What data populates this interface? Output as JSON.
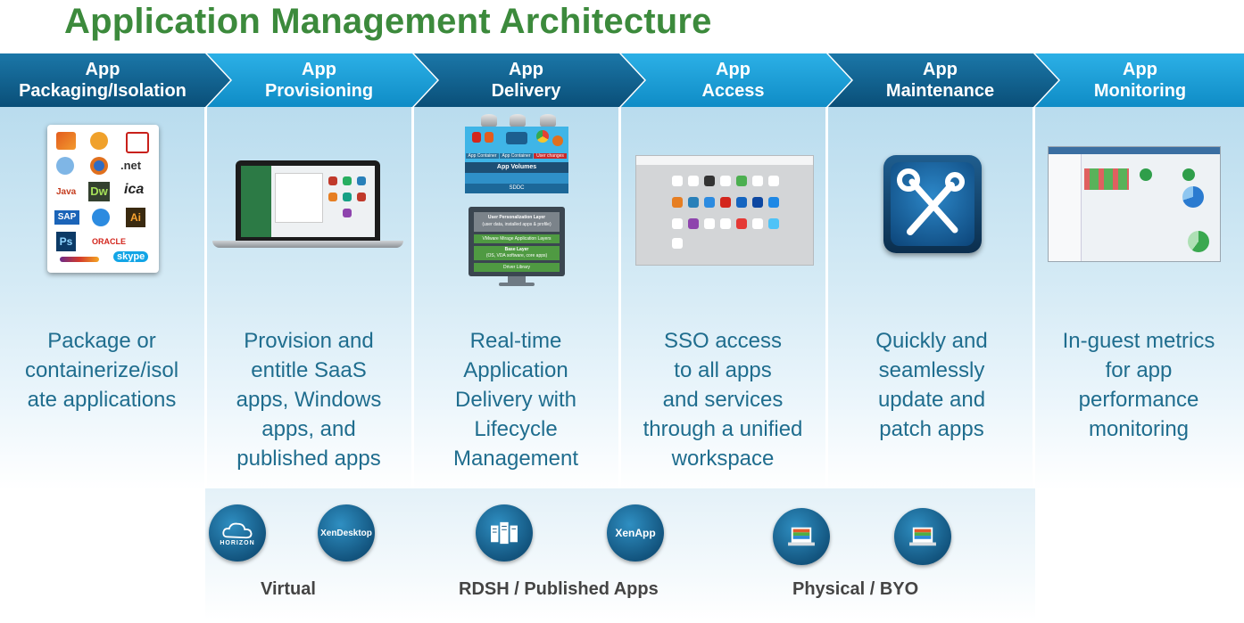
{
  "title": "Application Management Architecture",
  "columns": [
    {
      "line1": "App",
      "line2": "Packaging/Isolation",
      "desc": [
        "Package or",
        "containerize/isol",
        "ate applications"
      ]
    },
    {
      "line1": "App",
      "line2": "Provisioning",
      "desc": [
        "Provision and",
        "entitle SaaS",
        "apps, Windows",
        "apps, and",
        "published apps"
      ]
    },
    {
      "line1": "App",
      "line2": "Delivery",
      "desc": [
        "Real-time",
        "Application",
        "Delivery with",
        "Lifecycle",
        "Management"
      ]
    },
    {
      "line1": "App",
      "line2": "Access",
      "desc": [
        "SSO access",
        "to all apps",
        "and services",
        "through a unified",
        "workspace"
      ]
    },
    {
      "line1": "App",
      "line2": "Maintenance",
      "desc": [
        "Quickly and",
        "seamlessly",
        "update and",
        "patch apps"
      ]
    },
    {
      "line1": "App",
      "line2": "Monitoring",
      "desc": [
        "In-guest metrics",
        "for app",
        "performance",
        "monitoring"
      ]
    }
  ],
  "delivery_stack": {
    "containers": [
      "App Container",
      "App Container",
      "User changes"
    ],
    "volumes": "App Volumes",
    "sddc": "SDDC",
    "layers": [
      "User Personalization Layer",
      "(user data, installed apps & profile)",
      "VMware Mirage Application Layers",
      "Base Layer",
      "(OS, VDA software, core apps)",
      "Driver Library"
    ]
  },
  "logos": {
    "oracle": "ORACLE",
    "skype": "skype",
    "net": ".net",
    "dw": "Dw",
    "ai": "Ai",
    "ps": "Ps",
    "sap": "SAP",
    "java": "Java",
    "ica": "ica"
  },
  "platforms": [
    {
      "label": "HORIZON"
    },
    {
      "label": "XenDesktop"
    },
    {
      "label": ""
    },
    {
      "label": "XenApp"
    },
    {
      "label": ""
    },
    {
      "label": ""
    }
  ],
  "bottom_labels": [
    "Virtual",
    "RDSH / Published Apps",
    "Physical / BYO"
  ],
  "colors": {
    "title": "#3c8a3c",
    "chevron_dark": "#0b5a86",
    "chevron_light": "#169bd7",
    "desc": "#1f6d8e"
  }
}
